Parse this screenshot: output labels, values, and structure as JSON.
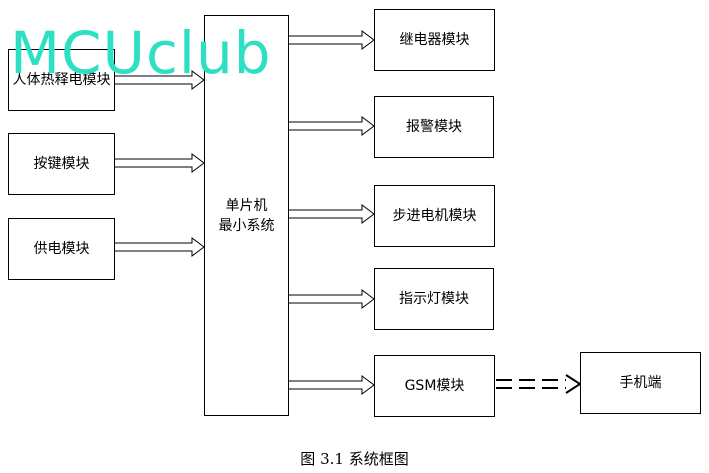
{
  "watermark": "MCUclub",
  "inputs": [
    "人体热释电模块",
    "按键模块",
    "供电模块"
  ],
  "mcu": {
    "line1": "单片机",
    "line2": "最小系统"
  },
  "outputs": [
    "继电器模块",
    "报警模块",
    "步进电机模块",
    "指示灯模块",
    "GSM模块"
  ],
  "remote": "手机端",
  "caption": "图 3.1  系统框图"
}
